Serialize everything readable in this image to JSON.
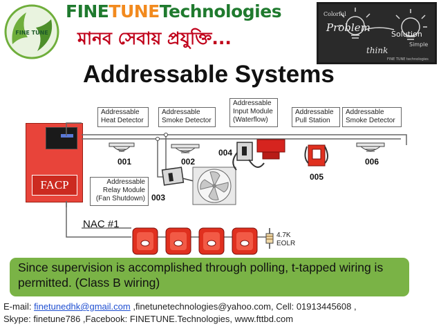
{
  "header": {
    "brand_parts": [
      "FINE",
      "TUNE",
      "Technologies"
    ],
    "brand_colors": [
      "#1f7a2e",
      "#f28a1e",
      "#1f7a2e"
    ],
    "tagline": "মানব সেবায় প্রযুক্তি...",
    "logo_text": "FINE TUNE",
    "slide_title": "Addressable Systems"
  },
  "side_image": {
    "words": [
      "Colorful",
      "Problem",
      "think",
      "Solution",
      "Simple",
      "FINE TUNE technologies"
    ]
  },
  "diagram": {
    "facp_label": "FACP",
    "devices": [
      {
        "label": "Addressable\nHeat Detector",
        "address": "001"
      },
      {
        "label": "Addressable\nSmoke Detector",
        "address": "002"
      },
      {
        "label": "Addressable\nRelay Module\n(Fan Shutdown)",
        "address": "003"
      },
      {
        "label": "Addressable\nInput Module\n(Waterflow)",
        "address": "004"
      },
      {
        "label": "Addressable\nPull Station",
        "address": "005"
      },
      {
        "label": "Addressable\nSmoke Detector",
        "address": "006"
      }
    ],
    "nac_label": "NAC #1",
    "eolr_label": "4.7K\nEOLR"
  },
  "banner": {
    "text": "Since supervision is accomplished through polling, t-tapped wiring is permitted. (Class B wiring)",
    "color": "#7ab346"
  },
  "footer": {
    "email_prefix": "E-mail: ",
    "email_link": "finetunedhk@gmail.com",
    "line1_rest": " ,finetunetechnologies@yahoo.com, Cell: 01913445608 ,",
    "line2": "Skype: finetune786 ,Facebook: FINETUNE.Technologies, www.fttbd.com"
  }
}
